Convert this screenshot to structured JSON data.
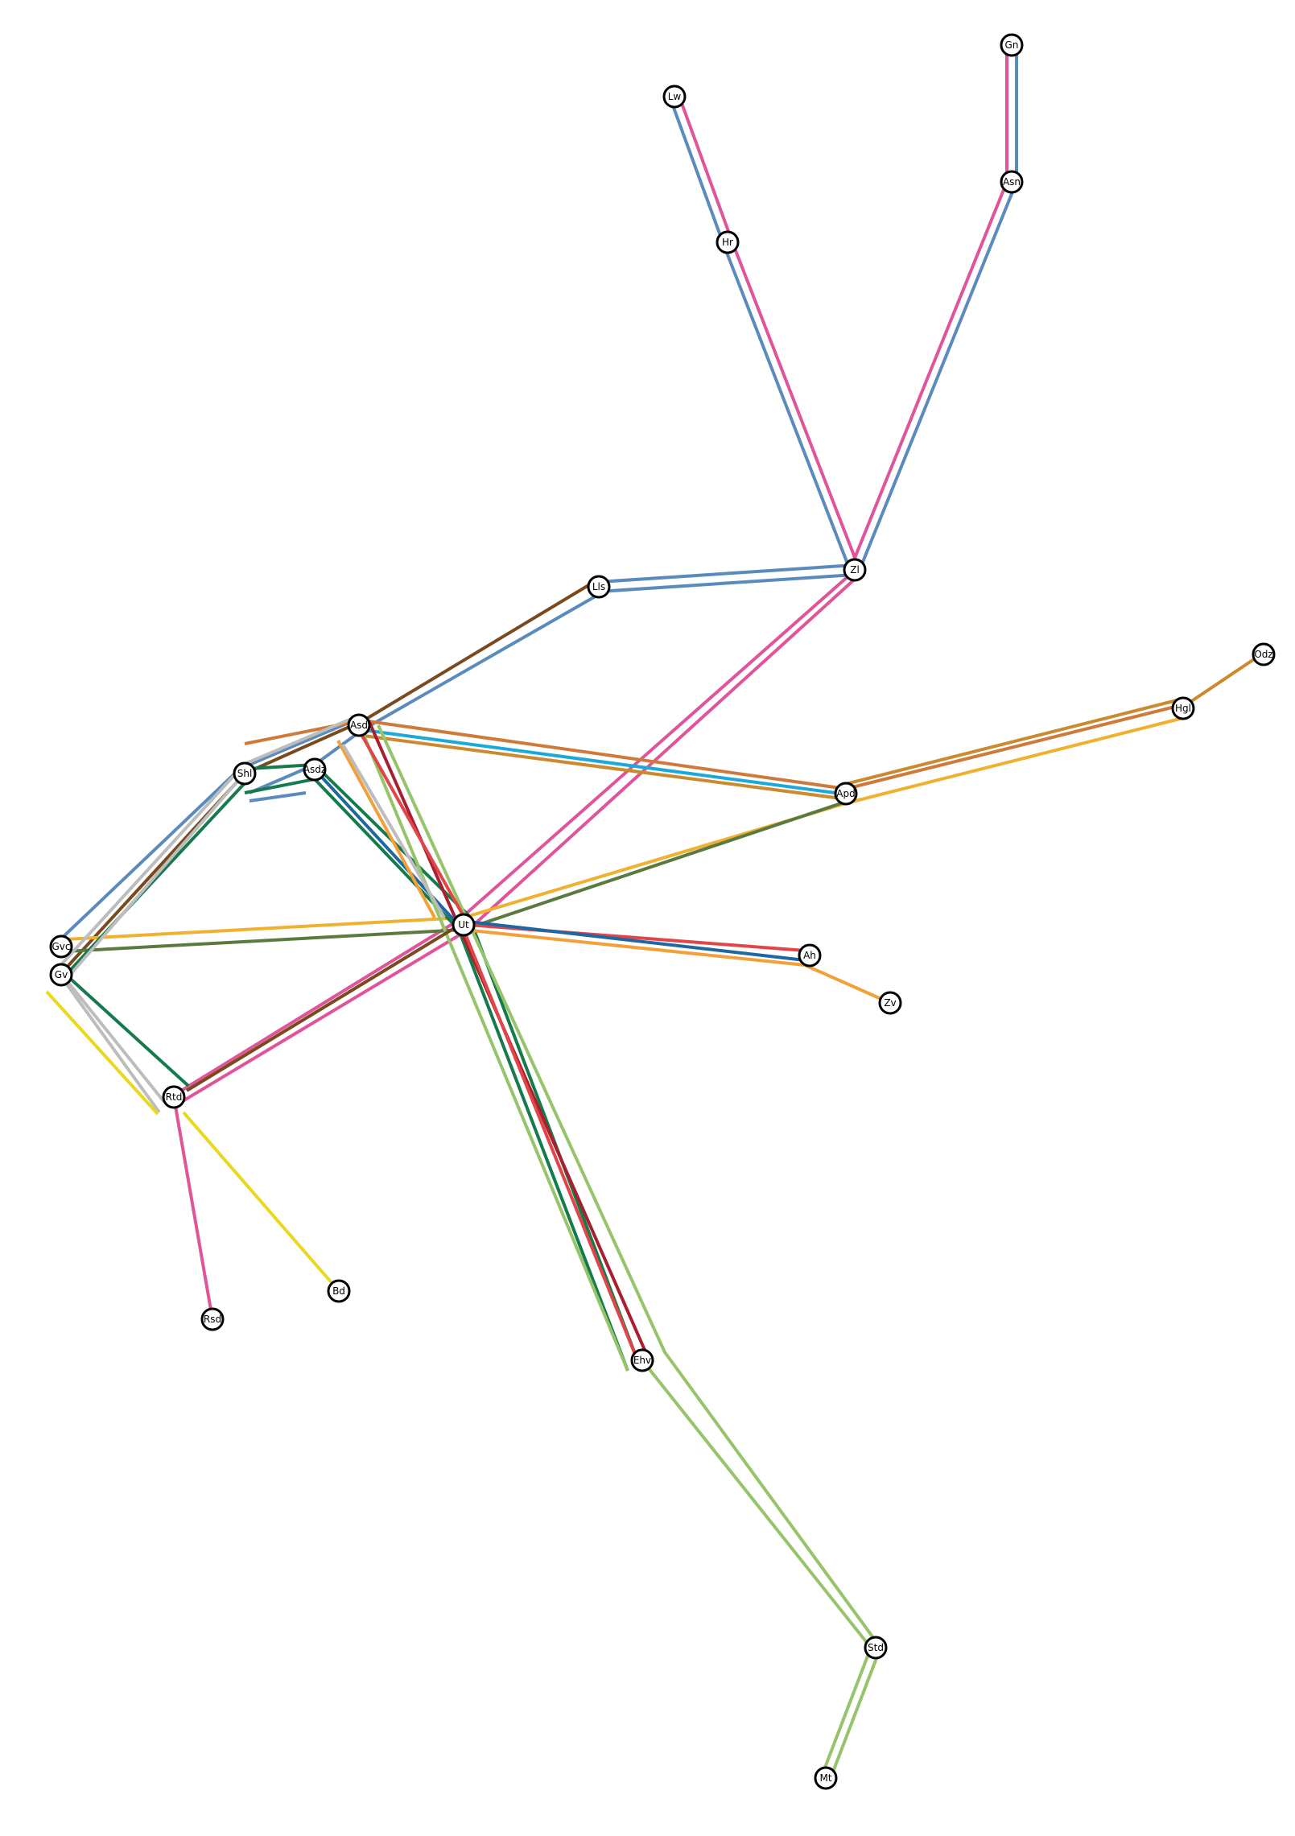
{
  "stations": [
    {
      "id": "Gn",
      "label": "Gn"
    },
    {
      "id": "Lw",
      "label": "Lw"
    },
    {
      "id": "Asn",
      "label": "Asn"
    },
    {
      "id": "Hr",
      "label": "Hr"
    },
    {
      "id": "Zl",
      "label": "Zl"
    },
    {
      "id": "Lls",
      "label": "Lls"
    },
    {
      "id": "Odz",
      "label": "Odz"
    },
    {
      "id": "Hgl",
      "label": "Hgl"
    },
    {
      "id": "Asd",
      "label": "Asd"
    },
    {
      "id": "Shl",
      "label": "Shl"
    },
    {
      "id": "Asdz",
      "label": "Asdz"
    },
    {
      "id": "Apd",
      "label": "Apd"
    },
    {
      "id": "Ut",
      "label": "Ut"
    },
    {
      "id": "Gvc",
      "label": "Gvc"
    },
    {
      "id": "Gv",
      "label": "Gv"
    },
    {
      "id": "Ah",
      "label": "Ah"
    },
    {
      "id": "Zv",
      "label": "Zv"
    },
    {
      "id": "Rtd",
      "label": "Rtd"
    },
    {
      "id": "Bd",
      "label": "Bd"
    },
    {
      "id": "Rsd",
      "label": "Rsd"
    },
    {
      "id": "Ehv",
      "label": "Ehv"
    },
    {
      "id": "Std",
      "label": "Std"
    },
    {
      "id": "Mt",
      "label": "Mt"
    }
  ],
  "colors": {
    "steel_blue": "#5b8bbd",
    "pink": "#e0559a",
    "brown": "#7a4a1e",
    "copper": "#cf7a3a",
    "ochre": "#cc8a2e",
    "amber": "#f0b030",
    "orange": "#f2a03a",
    "cyan": "#1aa9d9",
    "olive_green": "#5a7a40",
    "dark_green": "#157a4c",
    "light_green": "#96c46a",
    "dark_red": "#a82030",
    "red": "#e04548",
    "navy_blue": "#1f67a3",
    "silver": "#bdbdbd",
    "yellow": "#e8d81e"
  }
}
